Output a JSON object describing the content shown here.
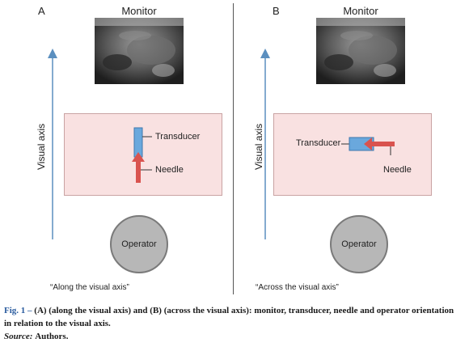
{
  "panels": [
    {
      "letter": "A",
      "monitor_label": "Monitor",
      "axis_label": "Visual axis",
      "transducer_label": "Transducer",
      "needle_label": "Needle",
      "operator_label": "Operator",
      "orientation_label": "“Along the visual axis”"
    },
    {
      "letter": "B",
      "monitor_label": "Monitor",
      "axis_label": "Visual axis",
      "transducer_label": "Transducer",
      "needle_label": "Needle",
      "operator_label": "Operator",
      "orientation_label": "“Across the visual axis”"
    }
  ],
  "caption": {
    "fig_label": "Fig. 1 –",
    "text": "(A) (along the visual axis) and (B) (across the visual axis): monitor, transducer, needle and operator  orientation in  relation to the visual axis.",
    "source_label": "Source:",
    "source_text": "Authors."
  },
  "colors": {
    "axis_arrow": "#5b8fbf",
    "field_fill": "#f9e1e1",
    "transducer": "#6aa8dd",
    "needle": "#d9534f",
    "operator_fill": "#b7b7b7"
  }
}
